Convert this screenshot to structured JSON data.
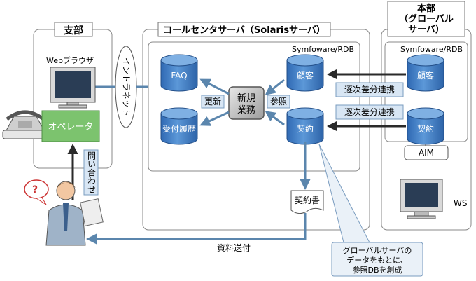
{
  "sites": {
    "branch": "支部",
    "center": "コールセンタサーバ（Solarisサーバ）",
    "hq_line1": "本部",
    "hq_line2": "（グローバル",
    "hq_line3": "サーバ）"
  },
  "db_group_center": "Symfoware/RDB",
  "db_group_hq": "Symfoware/RDB",
  "db": {
    "faq": "FAQ",
    "history": "受付履歴",
    "customer_local": "顧客",
    "contract_local": "契約",
    "customer_hq": "顧客",
    "contract_hq": "契約"
  },
  "process": {
    "line1": "新規",
    "line2": "業務"
  },
  "edge_labels": {
    "update": "更新",
    "refer": "参照",
    "sync1": "逐次差分連携",
    "sync2": "逐次差分連携",
    "send_docs": "資料送付"
  },
  "intranet": "イントラネット",
  "browser": "Webブラウザ",
  "operator": "オペレータ",
  "inquiry": "問い合わせ",
  "aim": "AIM",
  "ws": "WS",
  "contract_doc": "契約書",
  "callout": {
    "line1": "グローバルサーバの",
    "line2": "データをもとに、",
    "line3": "参照DBを創成"
  },
  "question_mark": "?",
  "colors": {
    "db_blue": "#3f7cc4",
    "arrow_blue": "#5b86ad",
    "label_bg": "#d8e6f4",
    "operator_green": "#7cc36e",
    "dark_arrow": "#3a3a3a"
  }
}
